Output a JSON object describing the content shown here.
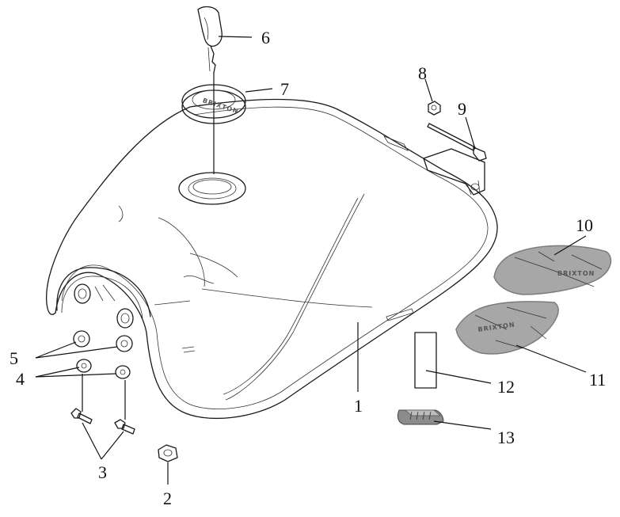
{
  "diagram": {
    "callouts": {
      "c1": "1",
      "c2": "2",
      "c3": "3",
      "c4": "4",
      "c5": "5",
      "c6": "6",
      "c7": "7",
      "c8": "8",
      "c9": "9",
      "c10": "10",
      "c11": "11",
      "c12": "12",
      "c13": "13"
    },
    "cap_logo": "BRIXTON",
    "pad_logo_right": "BRIXTON",
    "pad_logo_left": "BRIXTON",
    "colors": {
      "line": "#1a1a1a",
      "pad_fill": "#a7a7a7",
      "pad_stroke": "#7c7c7c",
      "trim_fill": "#8c8c8c"
    }
  }
}
